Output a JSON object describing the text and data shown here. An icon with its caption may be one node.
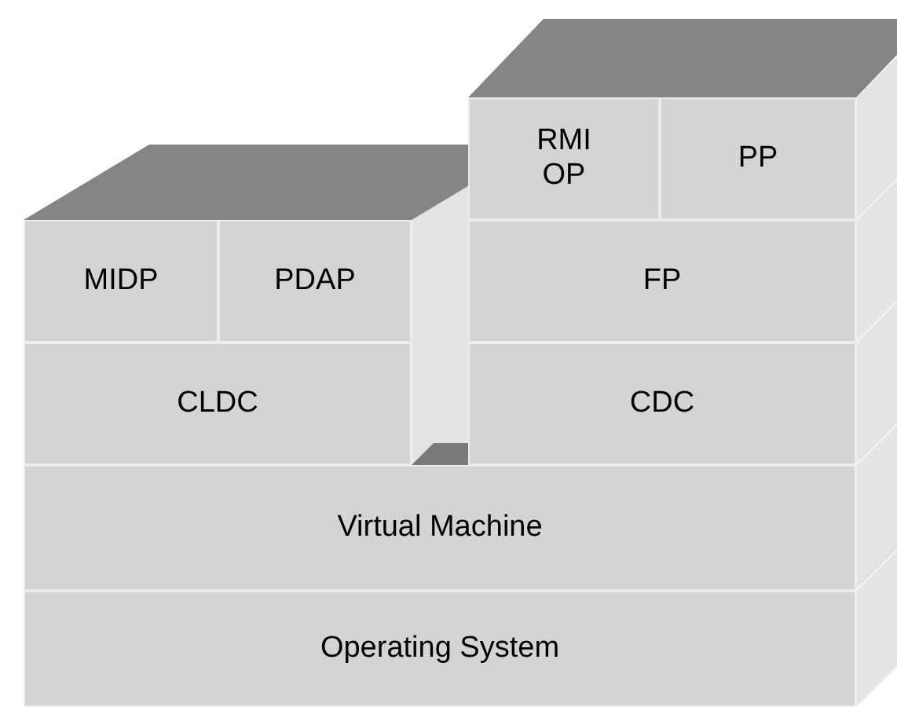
{
  "diagram": {
    "nodes": [
      {
        "text": [
          "RMI OP"
        ]
      },
      {
        "text": [
          "PP"
        ]
      },
      {
        "text": [
          "MIDP"
        ]
      },
      {
        "text": [
          "PDAP"
        ]
      },
      {
        "text": [
          "FP"
        ]
      },
      {
        "text": [
          "CLDC"
        ]
      },
      {
        "text": [
          "CDC"
        ]
      },
      {
        "text": [
          "Virtual Machine"
        ]
      },
      {
        "text": [
          "Operating System"
        ]
      }
    ]
  }
}
